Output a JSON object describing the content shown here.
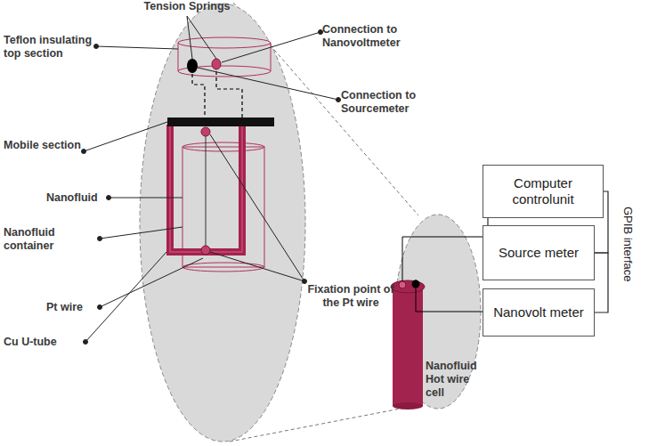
{
  "diagram": {
    "nodes": [
      {
        "text": [
          "Computer controlunit"
        ]
      },
      {
        "text": [
          "Source meter"
        ]
      },
      {
        "text": [
          "Nanovolt meter"
        ]
      }
    ],
    "edges": [
      {
        "from": 0,
        "to": 1,
        "arrow": "none"
      },
      {
        "from": 1,
        "to": 2,
        "arrow": "none"
      }
    ],
    "labels": [
      "Tension Springs",
      "Connection to Nanovoltmeter",
      "Teflon insulating top section",
      "Connection to Sourcemeter",
      "Mobile section",
      "Nanofluid",
      "Nanofluid container",
      "Pt wire",
      "Fixation point of the Pt wire",
      "Cu U-tube",
      "Nanofluid Hot wire cell",
      "GPIB interface"
    ]
  }
}
